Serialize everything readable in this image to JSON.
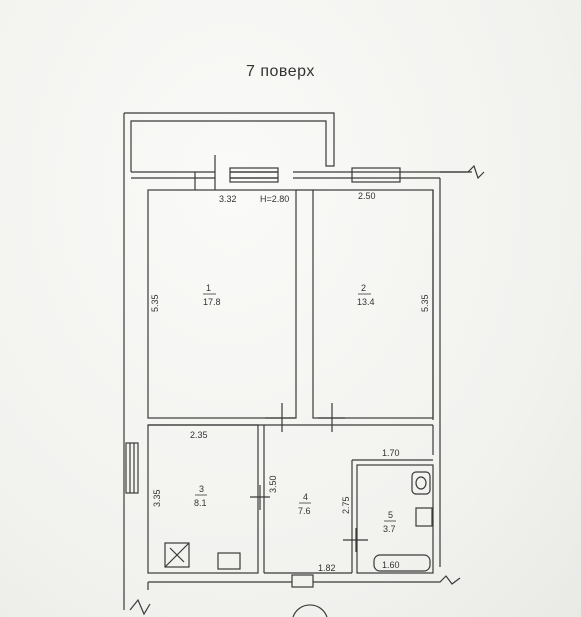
{
  "title": "7  поверх",
  "ceiling_height": "H=2.80",
  "rooms": [
    {
      "number": "1",
      "area": "17.8"
    },
    {
      "number": "2",
      "area": "13.4"
    },
    {
      "number": "3",
      "area": "8.1"
    },
    {
      "number": "4",
      "area": "7.6"
    },
    {
      "number": "5",
      "area": "3.7"
    }
  ],
  "dimensions": {
    "room1_width": "3.32",
    "room1_height": "5.35",
    "room2_width": "2.50",
    "room2_height": "5.35",
    "room3_width": "2.35",
    "room3_height": "3.35",
    "room4_height": "3.50",
    "room4_inner": "2.75",
    "room4_bottom": "1.82",
    "room5_width": "1.70",
    "bathtub": "1.60"
  },
  "colors": {
    "line": "#3a3a3a",
    "background": "#f6f6f4"
  }
}
